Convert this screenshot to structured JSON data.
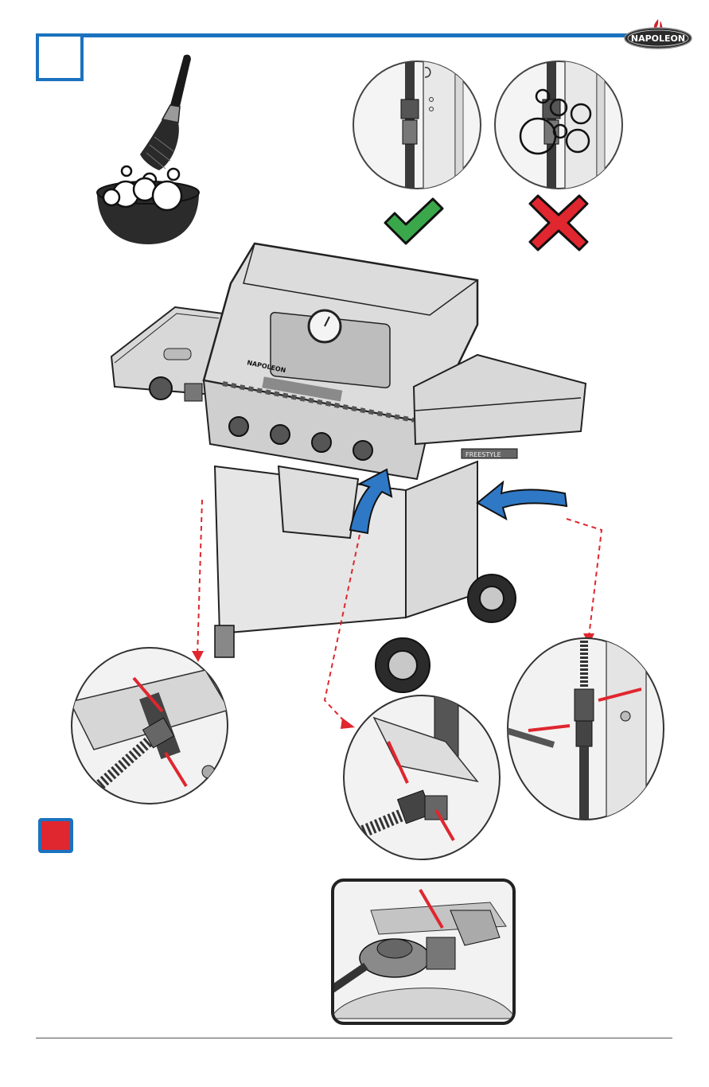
{
  "brand": {
    "name": "NAPOLEON"
  },
  "header": {
    "accent_color": "#1b72bf",
    "step_box_color": "#1b72bf"
  },
  "illustration": {
    "grill_brand_plate": "NAPOLEON",
    "side_panel_plate": "FREESTYLE",
    "arrow_color": "#2f78c6",
    "guide_color": "#e0262e",
    "ok_color": "#3aa84a",
    "fail_color": "#e0262e"
  },
  "icons": {
    "pass": "check-icon",
    "fail": "cross-icon",
    "brush": "brush-icon",
    "bowl": "soap-bowl-icon"
  },
  "footer": {
    "rule_color": "#555555"
  }
}
